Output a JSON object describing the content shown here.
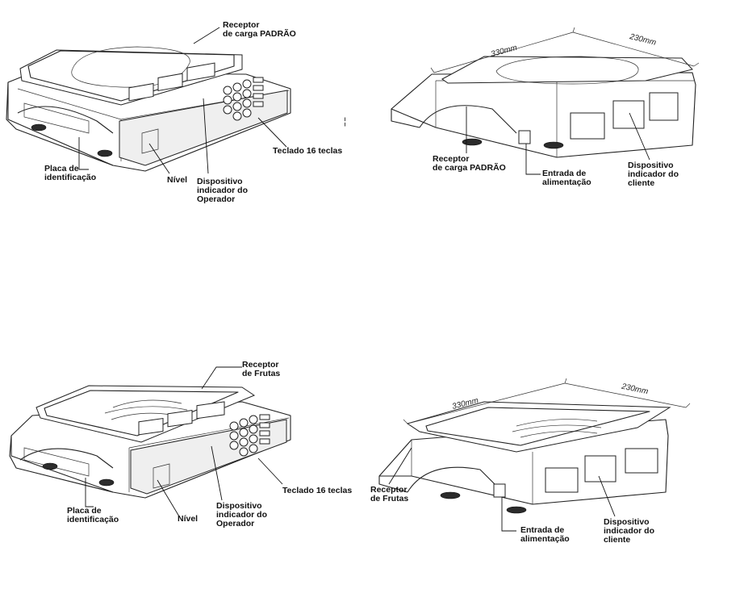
{
  "labels": {
    "receptor_padrao_1": [
      "Receptor",
      "de carga PADRÃO"
    ],
    "placa_1": [
      "Placa de",
      "identificação"
    ],
    "nivel_1": [
      "Nível"
    ],
    "disp_operador_1": [
      "Dispositivo",
      "indicador do",
      "Operador"
    ],
    "teclado_1": [
      "Teclado 16 teclas"
    ],
    "receptor_padrao_2": [
      "Receptor",
      "de carga PADRÃO"
    ],
    "entrada_2": [
      "Entrada de",
      "alimentação"
    ],
    "disp_cliente_2": [
      "Dispositivo",
      "indicador do",
      "cliente"
    ],
    "receptor_frutas_3": [
      "Receptor",
      "de Frutas"
    ],
    "placa_3": [
      "Placa de",
      "identificação"
    ],
    "nivel_3": [
      "Nível"
    ],
    "disp_operador_3": [
      "Dispositivo",
      "indicador do",
      "Operador"
    ],
    "teclado_3": [
      "Teclado 16 teclas"
    ],
    "receptor_frutas_4": [
      "Receptor",
      "de Frutas"
    ],
    "entrada_4": [
      "Entrada de",
      "alimentação"
    ],
    "disp_cliente_4": [
      "Dispositivo",
      "indicador do",
      "cliente"
    ]
  },
  "dimensions": {
    "length_2": "330mm",
    "width_2": "230mm",
    "length_4": "330mm",
    "width_4": "230mm"
  },
  "stray_mark": "¦"
}
